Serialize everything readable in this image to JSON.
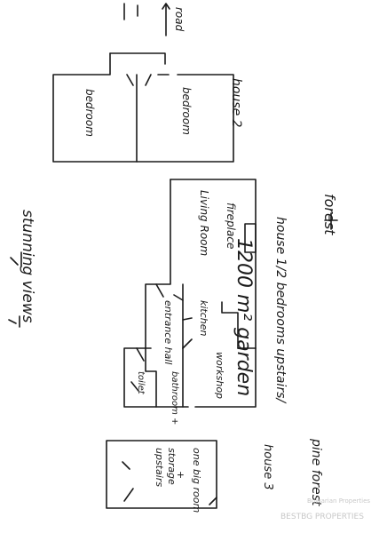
{
  "labels": {
    "road": "road",
    "house2": "house 2",
    "bedroom_left": "bedroom",
    "bedroom_right": "bedroom",
    "forest": "forest",
    "house1": "house 1/2 bedrooms upstairs/",
    "fireplace": "fireplace",
    "living_room": "Living Room",
    "kitchen": "kitchen",
    "entrance_hall": "entrance hall",
    "workshop": "workshop",
    "bathroom": "bathroom +",
    "toilet": "toilet",
    "garden": "1200 m² garden",
    "stunning_views": "stunning views",
    "pine_forest": "pine forest",
    "house3": "house 3",
    "one_big_room": "one big room",
    "plus": "+",
    "storage": "storage",
    "upstairs": "upstairs"
  },
  "watermark": {
    "small": "Bulgarian Properties",
    "large": "BESTBG PROPERTIES"
  }
}
